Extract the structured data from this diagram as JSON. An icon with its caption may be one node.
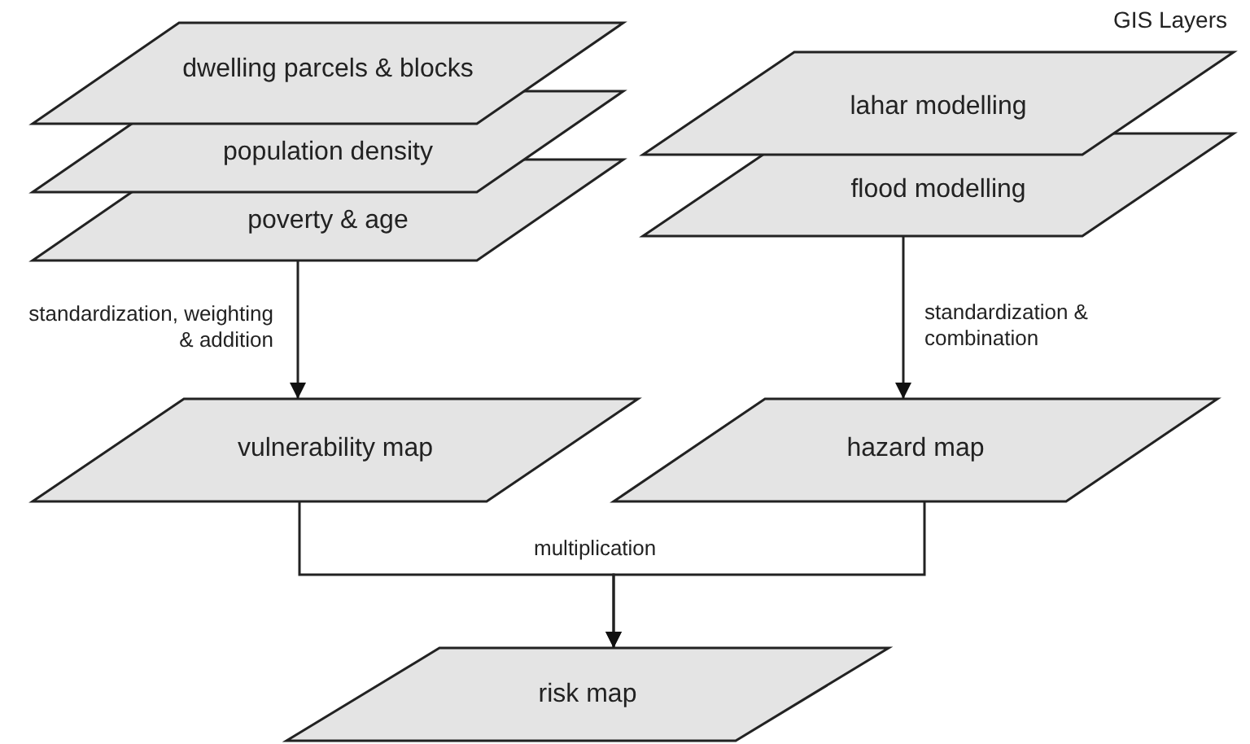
{
  "diagram": {
    "nodes": [
      {
        "text": [
          "dwelling parcels & blocks"
        ]
      },
      {
        "text": [
          "population density"
        ]
      },
      {
        "text": [
          "poverty & age"
        ]
      },
      {
        "text": [
          "lahar modelling"
        ]
      },
      {
        "text": [
          "flood modelling"
        ]
      },
      {
        "text": [
          "vulnerability map"
        ]
      },
      {
        "text": [
          "hazard map"
        ]
      },
      {
        "text": [
          "risk map"
        ]
      }
    ],
    "edges": [
      {
        "from": 2,
        "to": 5,
        "arrow": "to",
        "label": "standardization, weighting & addition"
      },
      {
        "from": 4,
        "to": 6,
        "arrow": "to",
        "label": "standardization & combination"
      },
      {
        "from": 5,
        "to": 7,
        "arrow": "to",
        "label": "multiplication"
      },
      {
        "from": 6,
        "to": 7,
        "arrow": "to"
      }
    ],
    "labels": [
      "GIS Layers"
    ]
  }
}
